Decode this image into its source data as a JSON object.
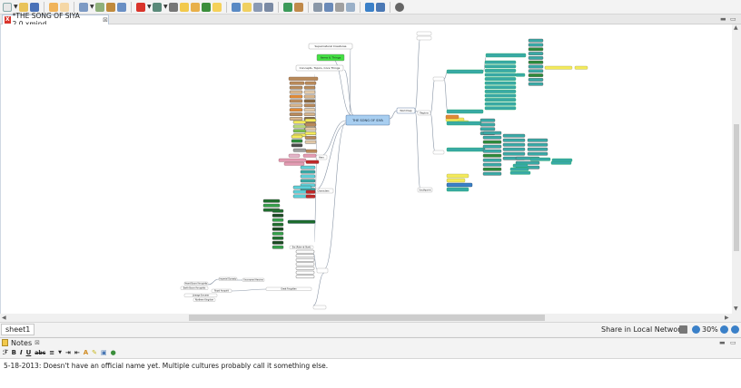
{
  "tab": {
    "title": "*THE SONG OF SIYA 2.0.xmind"
  },
  "canvas": {
    "central": "THE SONG OF SIYA",
    "upper_topics": [
      "Supernatural Creatures",
      "Items & Things",
      "Concepts, Topics, Core Things"
    ],
    "branch_labels": {
      "worldmap": "Worldmap",
      "regions": "Regions",
      "southpoint": "Southpoint",
      "characters": "Characters",
      "hero": "Hero"
    },
    "bottom_left": [
      "Imperial Dynasty",
      "Heart Bound Arcspirits",
      "Earth Bound Arcspirits",
      "Lineage Sorcerer",
      "Northern Kingdom",
      "Uncrowned Heroine"
    ],
    "bottom_small": [
      "Era (Ruler at Start)",
      "Great Forgotten",
      "Royal Arcspirit"
    ]
  },
  "statusbar": {
    "sheet": "sheet1",
    "share": "Share in Local Network",
    "zoom": "30%"
  },
  "notes": {
    "title": "Notes",
    "text": "5-18-2013: Doesn't have an official name yet. Multiple cultures probably call it something else."
  },
  "colors": {
    "toolbar_bg": "#f3f3f3",
    "central_fill": "#a8cef0",
    "teal": "#39a9a6",
    "green": "#2c8a3a",
    "dark_green": "#1f6e2e",
    "yellow": "#f4ea5a",
    "brown": "#b98a5a",
    "orange": "#e28a35",
    "pink": "#e39bb3",
    "red": "#c02a2a",
    "cyan": "#5cd0d8"
  }
}
